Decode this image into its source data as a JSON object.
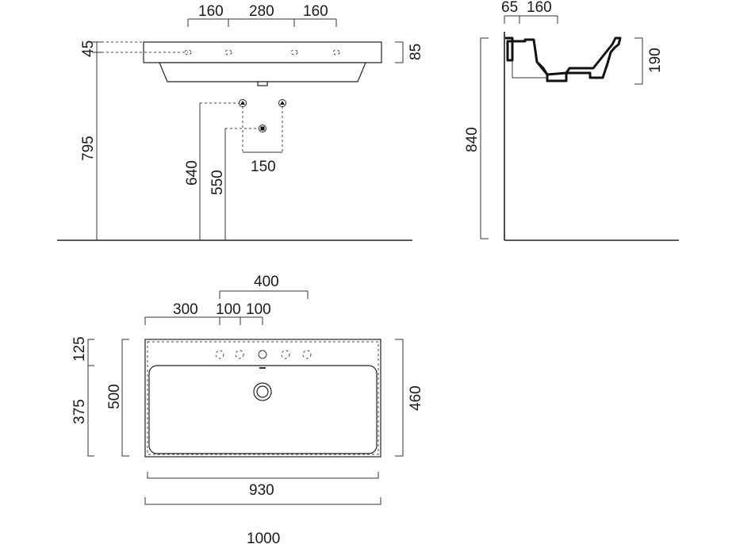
{
  "front_view": {
    "dims": {
      "top_left_spacing": "160",
      "top_mid_spacing": "280",
      "top_right_spacing": "160",
      "overflow_height": "45",
      "basin_thickness": "85",
      "total_height": "795",
      "supply_height": "640",
      "drain_height": "550",
      "supply_spacing": "150"
    }
  },
  "side_view": {
    "dims": {
      "wall_offset": "65",
      "tap_offset": "160",
      "basin_depth": "190",
      "total_height": "840"
    }
  },
  "top_view": {
    "dims": {
      "tap_span": "400",
      "left_offset": "300",
      "tap_spacing_a": "100",
      "tap_spacing_b": "100",
      "back_ledge": "125",
      "bowl_depth": "375",
      "total_depth": "500",
      "inner_depth": "460",
      "inner_width": "930",
      "total_width": "1000"
    }
  }
}
